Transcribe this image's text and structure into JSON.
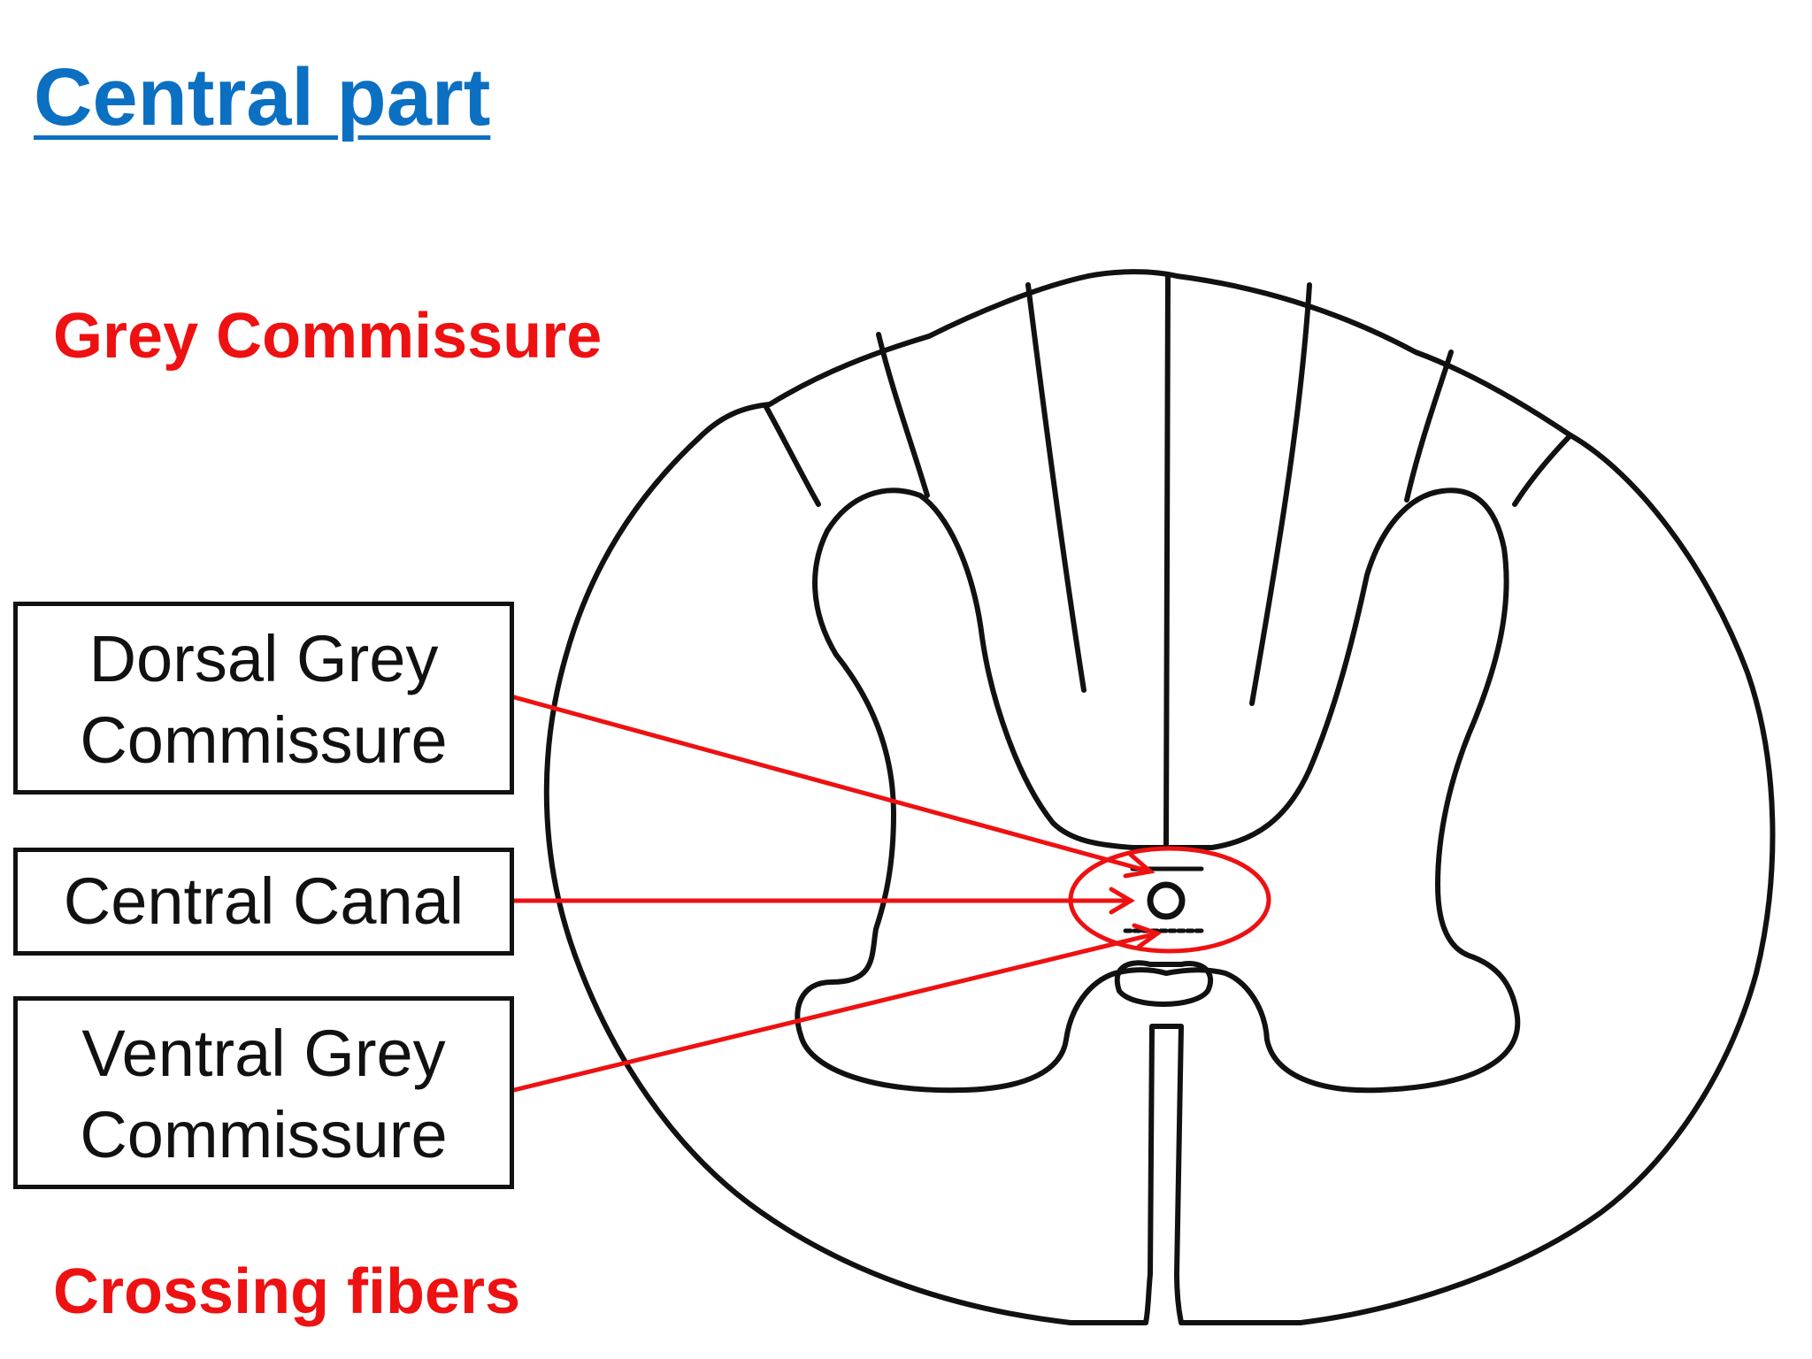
{
  "title": "Central part",
  "headings": {
    "grey_commissure": "Grey Commissure",
    "crossing_fibers": "Crossing fibers"
  },
  "labels": {
    "dorsal": [
      "Dorsal Grey",
      "Commissure"
    ],
    "central": "Central Canal",
    "ventral": [
      "Ventral Grey",
      "Commissure"
    ]
  },
  "colors": {
    "title": "#0b6fc2",
    "heading": "#ee1111",
    "pointer": "#ee1111",
    "outline": "#111111"
  }
}
